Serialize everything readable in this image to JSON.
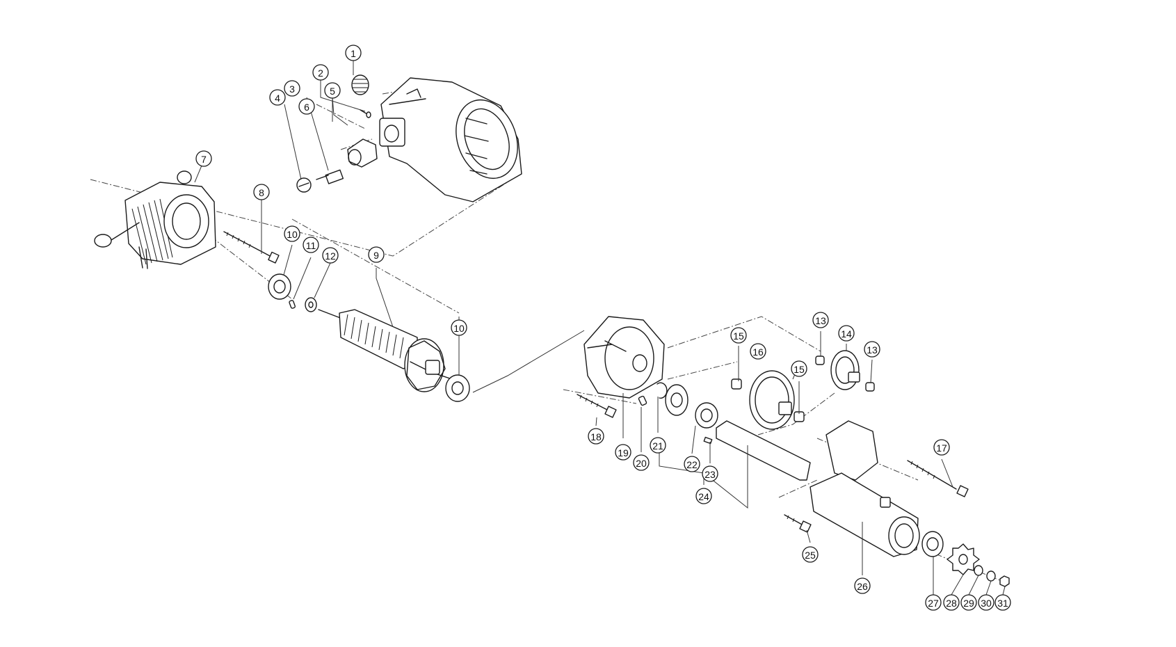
{
  "diagram": {
    "type": "exploded-parts-view",
    "callout_labels": [
      "1",
      "2",
      "3",
      "4",
      "5",
      "6",
      "7",
      "8",
      "9",
      "10",
      "10",
      "11",
      "12",
      "13",
      "13",
      "14",
      "15",
      "15",
      "16",
      "17",
      "18",
      "19",
      "20",
      "21",
      "22",
      "23",
      "24",
      "25",
      "26",
      "27",
      "28",
      "29",
      "30",
      "31"
    ]
  }
}
